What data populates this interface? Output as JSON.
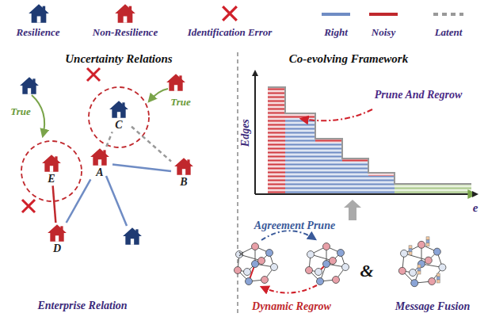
{
  "diagram": {
    "nodes": [
      {
        "text": [
          "C"
        ]
      },
      {
        "text": [
          "E"
        ]
      },
      {
        "text": [
          "A"
        ]
      },
      {
        "text": [
          "B"
        ]
      },
      {
        "text": [
          "D"
        ]
      }
    ],
    "edges": [
      {
        "from": 2,
        "to": 0,
        "arrow": "none"
      },
      {
        "from": 0,
        "to": 3,
        "arrow": "none"
      },
      {
        "from": 2,
        "to": 3,
        "arrow": "none"
      },
      {
        "from": 2,
        "to": 4,
        "arrow": "none"
      },
      {
        "from": 1,
        "to": 4,
        "arrow": "none"
      }
    ],
    "labels": [
      "Uncertainty Relations",
      "True",
      "True",
      "Enterprise Relation",
      "Co-evolving Framework",
      "Prune And Regrow",
      "Edges",
      "e",
      "Agreement Prune",
      "Dynamic Regrow",
      "&",
      "Message Fusion"
    ],
    "legend": [
      {
        "text": "Resilience"
      },
      {
        "text": "Non-Resilience"
      },
      {
        "text": "Identification Error"
      },
      {
        "text": "Right"
      },
      {
        "text": "Noisy"
      },
      {
        "text": "Latent"
      }
    ]
  }
}
